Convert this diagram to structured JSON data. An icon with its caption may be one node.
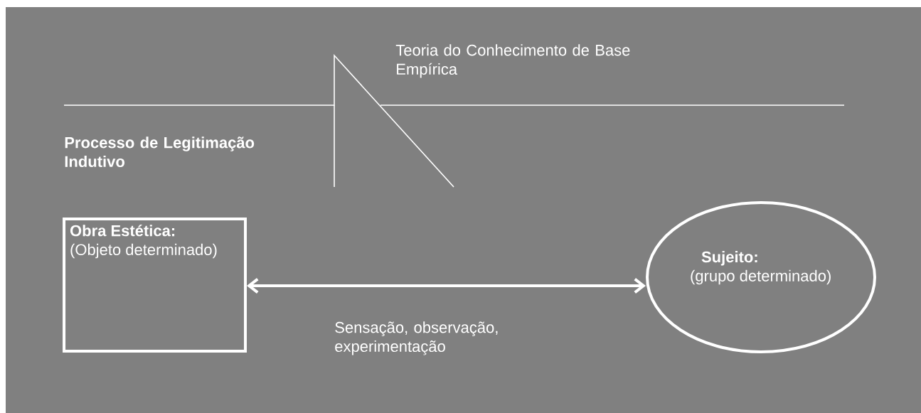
{
  "diagram": {
    "nodes": [
      {
        "text": [
          "Obra Estética:",
          "(Objeto determinado)"
        ]
      },
      {
        "text": [
          "Sujeito:",
          "(grupo determinado)"
        ]
      }
    ],
    "edges": [
      {
        "from": 0,
        "to": 1,
        "arrow": "both",
        "label": "Sensação, observação, experimentação"
      }
    ],
    "labels": [
      "Teoria do Conhecimento de Base Empírica",
      "Processo de Legitimação Indutivo"
    ]
  }
}
